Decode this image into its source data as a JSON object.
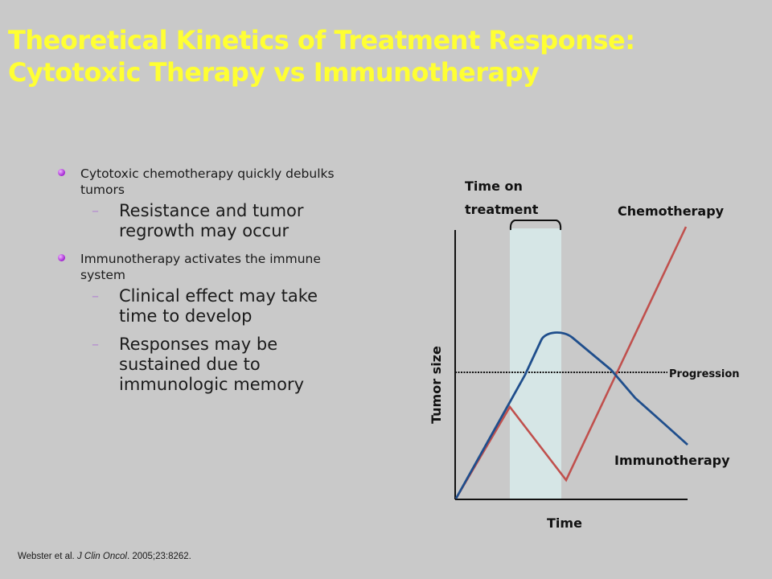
{
  "title": {
    "line1": "Theoretical Kinetics of Treatment Response:",
    "line2": "Cytotoxic Therapy vs Immunotherapy"
  },
  "bullets": [
    {
      "text": "Cytotoxic chemotherapy quickly debulks tumors",
      "sub": [
        "Resistance and tumor regrowth may occur"
      ]
    },
    {
      "text": "Immunotherapy activates the immune system",
      "sub": [
        "Clinical effect may take time to develop",
        "Responses may be sustained due to immunologic memory"
      ]
    }
  ],
  "diagram": {
    "time_on_treatment_line1": "Time on",
    "time_on_treatment_line2": "treatment",
    "chemo_label": "Chemotherapy",
    "immuno_label": "Immunotherapy",
    "progression_label": "Progression",
    "x_axis_label": "Time",
    "y_axis_label": "Tumor size",
    "colors": {
      "chemo": "#c0504d",
      "immuno": "#1f4e8c",
      "treatment_band": "#d6e6e6",
      "title": "#ffff33"
    }
  },
  "footer": {
    "citation_prefix": "Webster et al. ",
    "citation_journal": "J Clin Oncol",
    "citation_suffix": ". 2005;23:8262."
  }
}
